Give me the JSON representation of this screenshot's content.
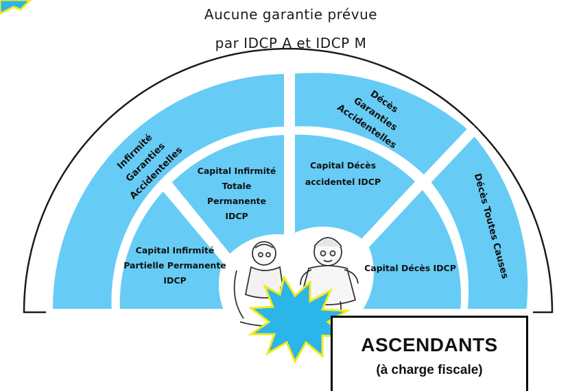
{
  "title": {
    "line1": "Aucune garantie prévue",
    "line2": "par IDCP A et IDCP M"
  },
  "outer_segments": {
    "infirmite_garanties": [
      "Infirmité",
      "Garanties",
      "Accidentelles"
    ],
    "deces_garanties": [
      "Décès",
      "Garanties",
      "Accidentelles"
    ],
    "deces_toutes_causes": "Décès Toutes Causes"
  },
  "inner_segments": {
    "capital_infirmite_totale": [
      "Capital Infirmité",
      "Totale",
      "Permanente",
      "IDCP"
    ],
    "capital_deces_accidentel": [
      "Capital Décès",
      "accidentel IDCP"
    ],
    "capital_infirmite_partielle": [
      "Capital Infirmité",
      "Partielle Permanente",
      "IDCP"
    ],
    "capital_deces": "Capital Décès IDCP"
  },
  "box": {
    "title": "ASCENDANTS",
    "subtitle": "(à charge fiscale)"
  },
  "colors": {
    "segment_fill": "#66ccf5",
    "starburst_fill": "#2bb5e8",
    "starburst_stroke": "#f2ea1a"
  }
}
